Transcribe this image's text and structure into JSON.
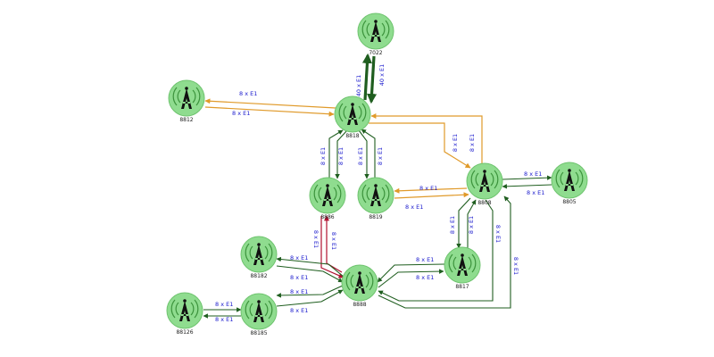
{
  "colors": {
    "node_fill": "#8fdc8f",
    "node_stroke": "#6fc46f",
    "tower": "#111111",
    "waves": "#1f7a1f",
    "link_green": "#1f5e1f",
    "link_orange": "#e09a2a",
    "link_red": "#b01030",
    "label_blue": "#1a1acd"
  },
  "icons": {
    "node_icon": "radio-tower-icon"
  },
  "nodes": [
    {
      "id": "7022",
      "label": "7022"
    },
    {
      "id": "8812",
      "label": "8812"
    },
    {
      "id": "8818",
      "label": "8818"
    },
    {
      "id": "8886",
      "label": "8886"
    },
    {
      "id": "8819",
      "label": "8819"
    },
    {
      "id": "8808",
      "label": "8808"
    },
    {
      "id": "8805",
      "label": "8805"
    },
    {
      "id": "88182",
      "label": "88182"
    },
    {
      "id": "8888",
      "label": "8888"
    },
    {
      "id": "8817",
      "label": "8817"
    },
    {
      "id": "88126",
      "label": "88126"
    },
    {
      "id": "88185",
      "label": "88185"
    }
  ],
  "links": [
    {
      "label": "40 x E1",
      "color": "link_green"
    },
    {
      "label": "40 x E1",
      "color": "link_green"
    },
    {
      "label": "8 x E1",
      "color": "link_orange"
    },
    {
      "label": "8 x E1",
      "color": "link_orange"
    },
    {
      "label": "8 x E1",
      "color": "link_orange"
    },
    {
      "label": "8 x E1",
      "color": "link_orange"
    },
    {
      "label": "8 x E1",
      "color": "link_green"
    },
    {
      "label": "8 x E1",
      "color": "link_green"
    },
    {
      "label": "8 x E1",
      "color": "link_green"
    },
    {
      "label": "8 x E1",
      "color": "link_green"
    },
    {
      "label": "8 x E1",
      "color": "link_orange"
    },
    {
      "label": "8 x E1",
      "color": "link_orange"
    },
    {
      "label": "8 x E1",
      "color": "link_green"
    },
    {
      "label": "8 x E1",
      "color": "link_green"
    },
    {
      "label": "8 x E1",
      "color": "link_red"
    },
    {
      "label": "8 x E1",
      "color": "link_red"
    },
    {
      "label": "8 x E1",
      "color": "link_green"
    },
    {
      "label": "8 x E1",
      "color": "link_green"
    },
    {
      "label": "8 x E1",
      "color": "link_green"
    },
    {
      "label": "8 x E1",
      "color": "link_green"
    },
    {
      "label": "8 x E1",
      "color": "link_green"
    },
    {
      "label": "8 x E1",
      "color": "link_green"
    },
    {
      "label": "8 x E1",
      "color": "link_green"
    },
    {
      "label": "8 x E1",
      "color": "link_green"
    },
    {
      "label": "8 x E1",
      "color": "link_green"
    },
    {
      "label": "8 x E1",
      "color": "link_green"
    }
  ]
}
